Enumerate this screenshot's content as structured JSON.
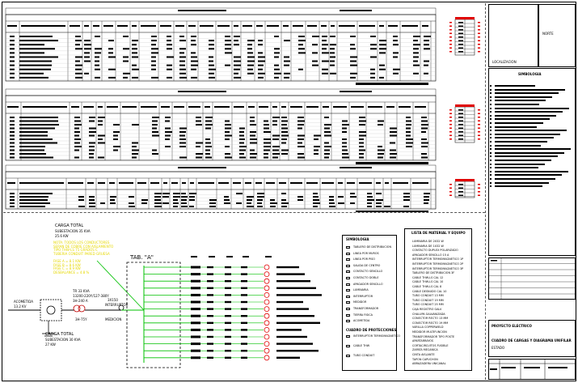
{
  "title_block": {
    "norte_label": "NORTE",
    "localizacion_label": "LOCALIZACION",
    "simbologia_label": "SIMBOLOGIA",
    "proyecto_label": "PROYECTO ELECTRICO",
    "plano_title": "CUADRO DE CARGAS Y DIAGRAMA UNIFILAR",
    "plano_sub": "ESTADO"
  },
  "diagram": {
    "acometida_label": "ACOMETIDA",
    "acometida_value": "13.2 KV",
    "carga_total_top_label": "CARGA TOTAL",
    "carga_total_top_sub": "SUBESTACION 35 KVA",
    "carga_total_top_value": "25.6 KW",
    "transformer_label": "TR 33 KVA",
    "transformer_sub": "13200-220Y/127-380Y",
    "transformer_detail": "3H-240 A",
    "cable_label": "3H-75Y",
    "tablero_label": "TAB. \"A\"",
    "interruptor_label": "3X150",
    "interruptor_sub": "INTERRUPTOR",
    "medicion_label": "MEDICION",
    "carga_total_bottom_label": "CARGA TOTAL",
    "carga_total_bottom_sub": "SUBESTACION 30 KVA",
    "carga_total_bottom_value": "27 KW",
    "yellow_notes": [
      "NOTA: TODOS LOS CONDUCTORES",
      "SERAN DE COBRE CON AISLAMIENTO",
      "TIPO THW-LS 75 GRADOS C",
      "TUBERIA CONDUIT PARED GRUESA",
      "",
      "FASE A = 8.1 KW",
      "FASE B = 8.6 KW",
      "FASE C = 8.9 KW",
      "DESBALANCE = 4.8 %"
    ]
  },
  "legend_left": {
    "title": "SIMBOLOGIA",
    "items": [
      "TABLERO DE DISTRIBUCION",
      "LINEA POR MUROS",
      "LINEA POR PISO",
      "SALIDA DE CENTRO",
      "CONTACTO SENCILLO",
      "CONTACTO DOBLE",
      "APAGADOR SENCILLO",
      "LUMINARIA",
      "INTERRUPTOR",
      "MEDIDOR",
      "TRANSFORMADOR",
      "TIERRA FISICA",
      "ACOMETIDA"
    ],
    "subtitle": "CUADRO DE PROTECCIONES",
    "bottom_items": [
      "INTERRUPTOR TERMOMAGNETICO",
      "CABLE THW",
      "TUBO CONDUIT"
    ]
  },
  "legend_right": {
    "title": "LISTA DE MATERIAL Y EQUIPO",
    "items": [
      "LUMINARIA DE 2X32 W",
      "LUMINARIA DE 1X32 W",
      "CONTACTO DUPLEX POLARIZADO",
      "APAGADOR SENCILLO 15 A",
      "INTERRUPTOR TERMOMAGNETICO 1P",
      "INTERRUPTOR TERMOMAGNETICO 2P",
      "INTERRUPTOR TERMOMAGNETICO 3P",
      "TABLERO DE DISTRIBUCION 3F",
      "CABLE THW-LS CAL 12",
      "CABLE THW-LS CAL 10",
      "CABLE THW-LS CAL 8",
      "CABLE DESNUDO CAL 10",
      "TUBO CONDUIT 13 MM",
      "TUBO CONDUIT 19 MM",
      "TUBO CONDUIT 25 MM",
      "CAJA REGISTRO GALV",
      "CHALUPA GALVANIZADA",
      "CONECTOR RECTO 13 MM",
      "CONECTOR RECTO 19 MM",
      "VARILLA COPPERWELD",
      "MEDIDOR MULTIFUNCION",
      "TRANSFORMADOR TIPO POSTE",
      "APARTARRAYOS",
      "CORTACIRCUITOS FUSIBLE",
      "ZAPATA MECANICA",
      "CINTA AISLANTE",
      "TAPON CAPUCHON",
      "ABRAZADERA UNICANAL"
    ]
  },
  "circuits": {
    "count": 14
  },
  "colors": {
    "accent_red": "#e00000",
    "circuit_green": "#00c000",
    "note_yellow": "#e6d800"
  }
}
